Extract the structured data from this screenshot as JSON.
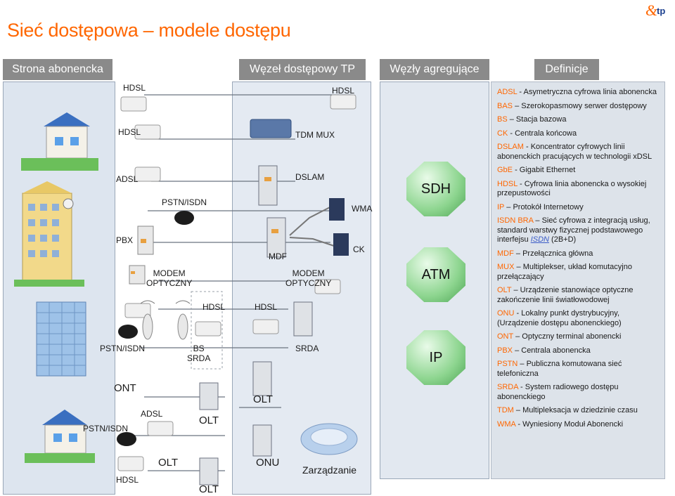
{
  "title": "Sieć dostępowa – modele dostępu",
  "headers": {
    "strona": "Strona abonencka",
    "wezel": "Węzeł dostępowy TP",
    "agreg": "Węzły agregujące",
    "defs": "Definicje"
  },
  "logo": {
    "text": "tp"
  },
  "labels": {
    "hdsl_top_left": "HDSL",
    "hdsl_top_right": "HDSL",
    "hdsl_2": "HDSL",
    "tdm_mux": "TDM MUX",
    "adsl_1": "ADSL",
    "dslam": "DSLAM",
    "pstn_isdn_1": "PSTN/ISDN",
    "wma": "WMA",
    "pbx": "PBX",
    "mdf": "MDF",
    "ck": "CK",
    "modem_left": "MODEM\nOPTYCZNY",
    "modem_right": "MODEM\nOPTYCZNY",
    "hdsl_3": "HDSL",
    "hdsl_4": "HDSL",
    "pstn_isdn_2": "PSTN/ISDN",
    "bs_srda": "BS\nSRDA",
    "srda": "SRDA",
    "ont": "ONT",
    "olt_1": "OLT",
    "olt_2": "OLT",
    "adsl_2": "ADSL",
    "pstn_isdn_3": "PSTN/ISDN",
    "olt_3": "OLT",
    "onu": "ONU",
    "zarzadzanie": "Zarządzanie",
    "hdsl_5": "HDSL",
    "olt_4": "OLT"
  },
  "nodes": {
    "sdh": "SDH",
    "atm": "ATM",
    "ip": "IP"
  },
  "definitions": [
    {
      "key": "ADSL",
      "sep": " - ",
      "text": "Asymetryczna cyfrowa linia abonencka"
    },
    {
      "key": "BAS",
      "sep": " – ",
      "text": "Szerokopasmowy serwer dostępowy"
    },
    {
      "key": "BS",
      "sep": " – ",
      "text": "Stacja bazowa"
    },
    {
      "key": "CK",
      "sep": " - ",
      "text": "Centrala końcowa"
    },
    {
      "key": "DSLAM",
      "sep": " - ",
      "text": "Koncentrator cyfrowych linii abonenckich pracujących w technologii xDSL"
    },
    {
      "key": "GbE",
      "sep": " - ",
      "text": "Gigabit Ethernet"
    },
    {
      "key": "HDSL",
      "sep": " - ",
      "text": "Cyfrowa linia abonencka o wysokiej przepustowości"
    },
    {
      "key": "IP",
      "sep": " – ",
      "text": "Protokół Internetowy"
    },
    {
      "key": "ISDN BRA",
      "sep": " – ",
      "text": "Sieć cyfrowa z integracją usług, standard warstwy fizycznej podstawowego interfejsu ",
      "link": "ISDN",
      "after": " (2B+D)"
    },
    {
      "key": "MDF",
      "sep": " – ",
      "text": "Przełącznica główna"
    },
    {
      "key": "MUX",
      "sep": " – ",
      "text": "Multiplekser, układ komutacyjno przełączający"
    },
    {
      "key": "OLT",
      "sep": " – ",
      "text": "Urządzenie stanowiące optyczne zakończenie linii światłowodowej"
    },
    {
      "key": "ONU",
      "sep": " - ",
      "text": "Lokalny punkt dystrybucyjny, (Urządzenie dostępu abonenckiego)"
    },
    {
      "key": "ONT",
      "sep": " – ",
      "text": "Optyczny terminal abonencki"
    },
    {
      "key": "PBX",
      "sep": " – ",
      "text": "Centrala abonencka"
    },
    {
      "key": "PSTN",
      "sep": " – ",
      "text": "Publiczna komutowana sieć telefoniczna"
    },
    {
      "key": "SRDA",
      "sep": " - ",
      "text": "System radiowego dostępu abonenckiego"
    },
    {
      "key": "TDM",
      "sep": " – ",
      "text": "Multipleksacja w dziedzinie czasu"
    },
    {
      "key": "WMA",
      "sep": " - ",
      "text": "Wyniesiony Moduł Abonencki"
    }
  ],
  "colors": {
    "accent": "#ff6600",
    "header_bg": "#8a8a8a",
    "panel": "#dde5ef"
  }
}
